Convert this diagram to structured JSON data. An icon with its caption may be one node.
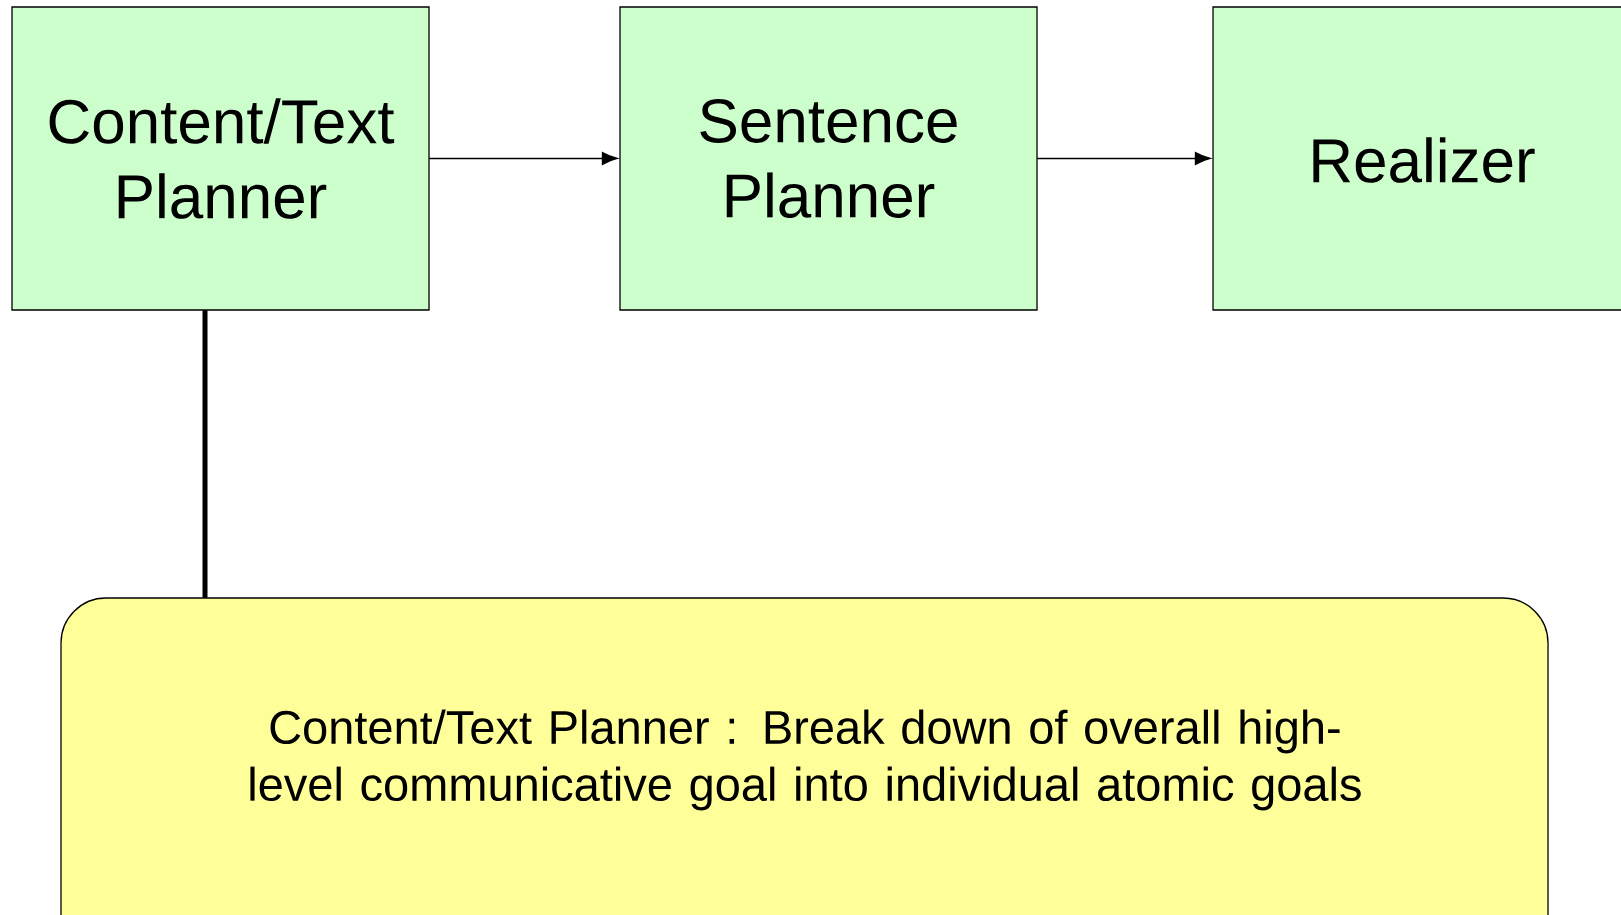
{
  "diagram": {
    "nodes": [
      {
        "text": [
          "Content/Text Planner"
        ]
      },
      {
        "text": [
          "Sentence Planner"
        ]
      },
      {
        "text": [
          "Realizer"
        ]
      },
      {
        "text": [
          "Content/Text Planner : Break down of overall high-level communicative goal into individual atomic goals"
        ]
      }
    ],
    "edges": [
      {
        "from": 0,
        "to": 1,
        "arrow": "to"
      },
      {
        "from": 1,
        "to": 2,
        "arrow": "to"
      },
      {
        "from": 0,
        "to": 3,
        "arrow": "none",
        "style": "thick"
      }
    ]
  }
}
